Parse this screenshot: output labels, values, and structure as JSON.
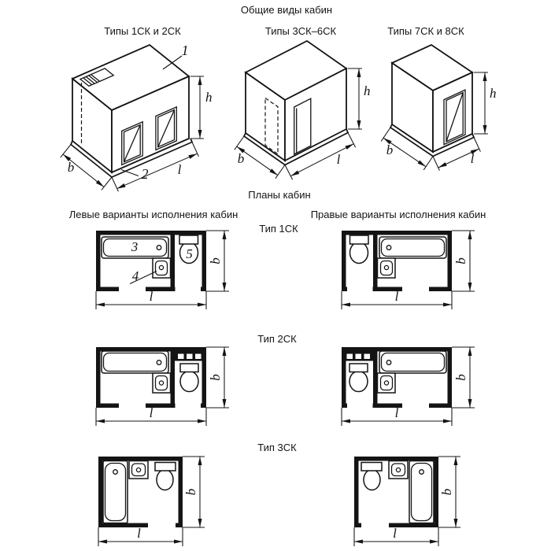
{
  "titles": {
    "general_views": "Общие виды кабин",
    "plans": "Планы кабин",
    "left_variants": "Левые варианты исполнения кабин",
    "right_variants": "Правые варианты исполнения кабин"
  },
  "iso_views": [
    {
      "label": "Типы 1СК и 2СК"
    },
    {
      "label": "Типы 3СК–6СК"
    },
    {
      "label": "Типы 7СК и 8СК"
    }
  ],
  "plan_rows": [
    {
      "label": "Тип 1СК"
    },
    {
      "label": "Тип 2СК"
    },
    {
      "label": "Тип 3СК"
    }
  ],
  "dim_labels": {
    "height": "h",
    "width": "b",
    "length": "l"
  },
  "callouts": {
    "cabin": "1",
    "base": "2",
    "bath": "3",
    "washbasin": "4",
    "toilet": "5"
  },
  "colors": {
    "line": "#141414",
    "background": "#ffffff"
  }
}
